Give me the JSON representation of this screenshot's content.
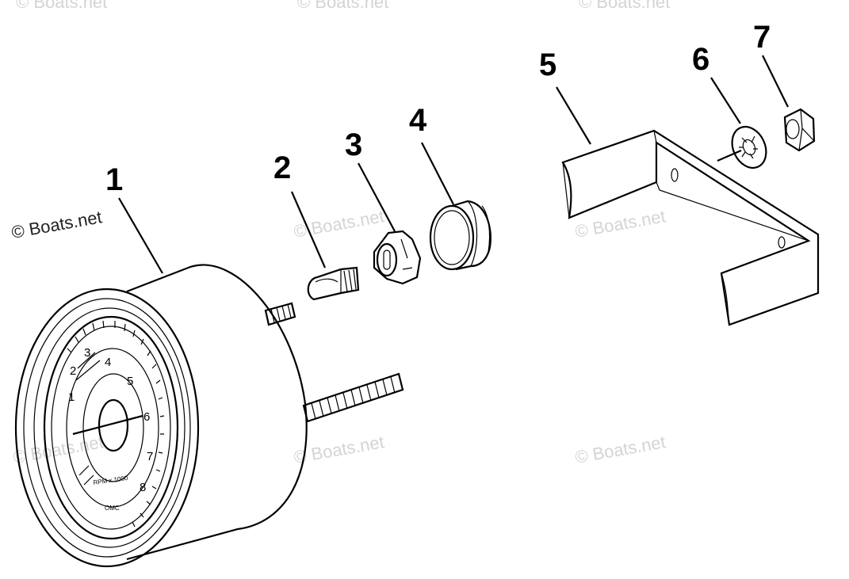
{
  "watermark": {
    "main": "© Boats.net",
    "faded": "© Boats.net"
  },
  "callouts": [
    "1",
    "2",
    "3",
    "4",
    "5",
    "6",
    "7"
  ],
  "dial": {
    "numbers": [
      "1",
      "2",
      "3",
      "4",
      "5",
      "6",
      "7",
      "8"
    ],
    "caption": "RPM x 1000",
    "brand": "OMC"
  }
}
